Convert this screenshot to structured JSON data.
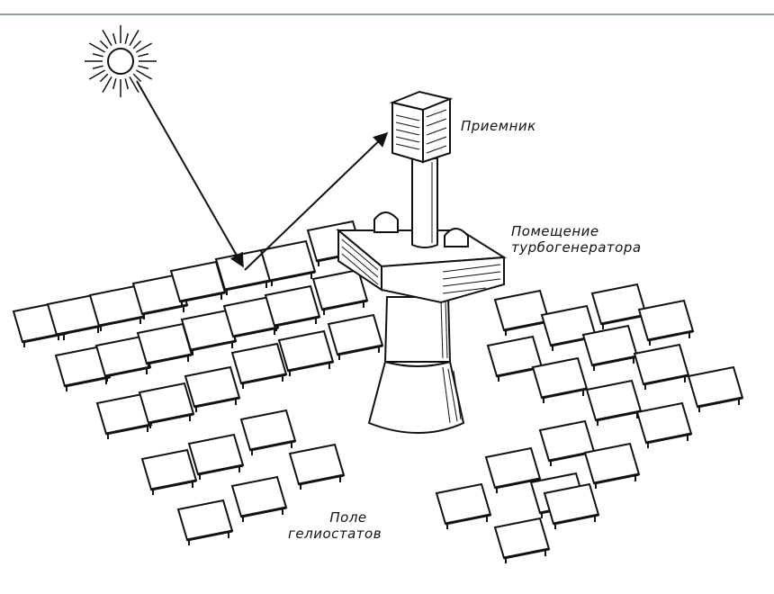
{
  "labels": {
    "receiver": "Приемник",
    "turbine_room": [
      "Помещение",
      "турбогенератора"
    ],
    "heliostat_field": [
      "Поле",
      "гелиостатов"
    ]
  },
  "colors": {
    "ink": "#111111",
    "paper": "#ffffff",
    "frame_top": "#8aa08a"
  },
  "icons": [
    "sun-icon",
    "heliostat-mirror-icon",
    "receiver-icon"
  ]
}
